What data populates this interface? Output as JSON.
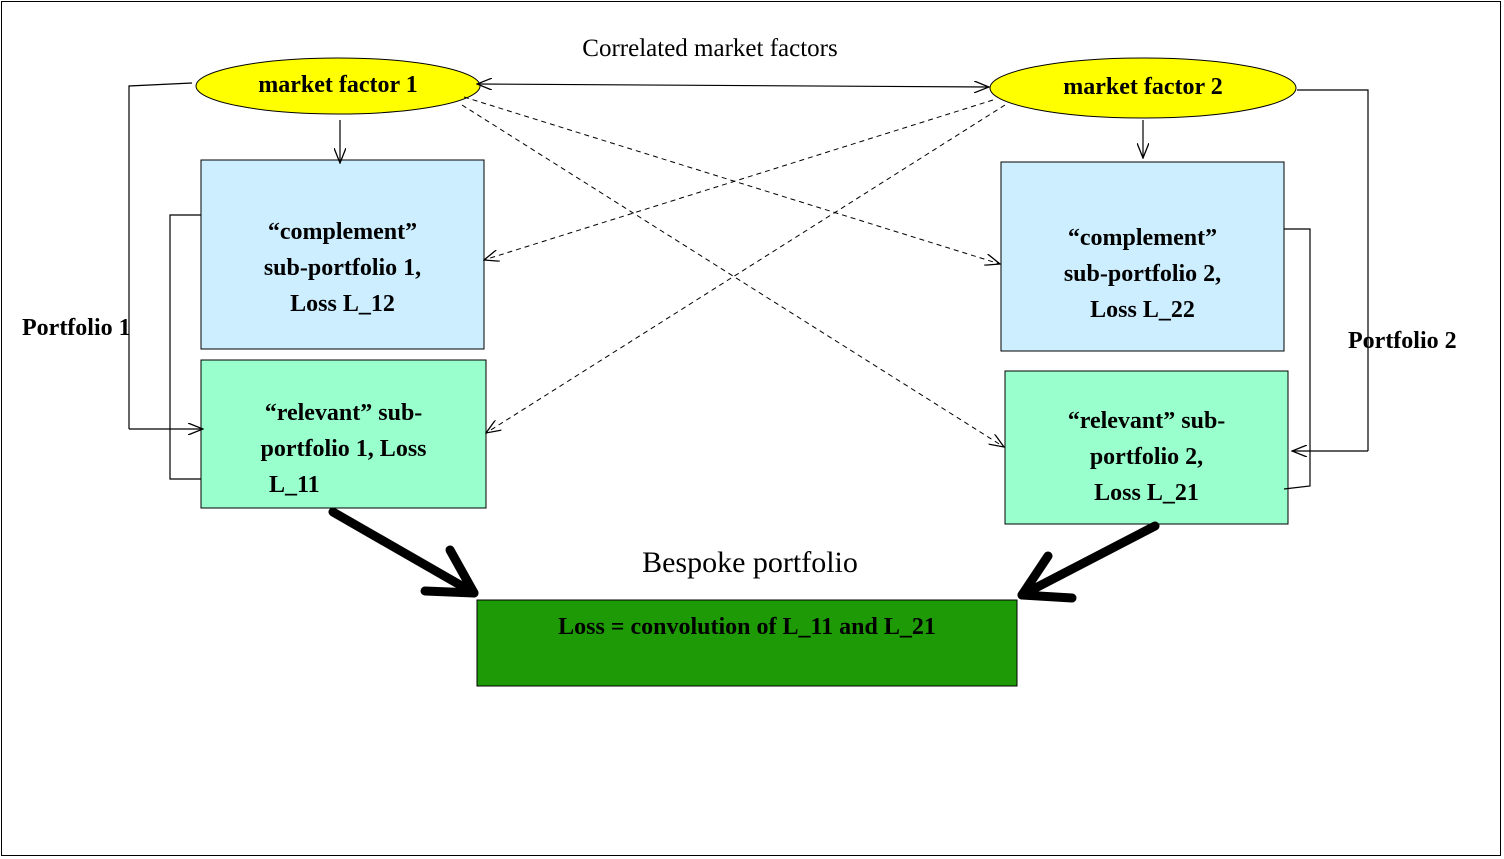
{
  "title": "Correlated  market factors",
  "factors": {
    "f1": "market factor 1",
    "f2": "market factor 2"
  },
  "boxes": {
    "complement1": [
      "“complement”",
      "sub-portfolio 1,",
      "Loss L_12"
    ],
    "relevant1": [
      "“relevant” sub-",
      "portfolio 1, Loss",
      "L_11"
    ],
    "complement2": [
      "“complement”",
      "sub-portfolio 2,",
      "Loss L_22"
    ],
    "relevant2": [
      "“relevant” sub-",
      "portfolio 2,",
      "Loss L_21"
    ]
  },
  "portfolio_labels": {
    "p1": "Portfolio 1",
    "p2": "Portfolio 2"
  },
  "bespoke": {
    "heading": "Bespoke portfolio",
    "loss": "Loss = convolution of L_11 and L_21"
  },
  "colors": {
    "factor_fill": "#ffff00",
    "complement_fill": "#cceeff",
    "relevant_fill": "#99ffcc",
    "bespoke_fill": "#1e9a06"
  }
}
